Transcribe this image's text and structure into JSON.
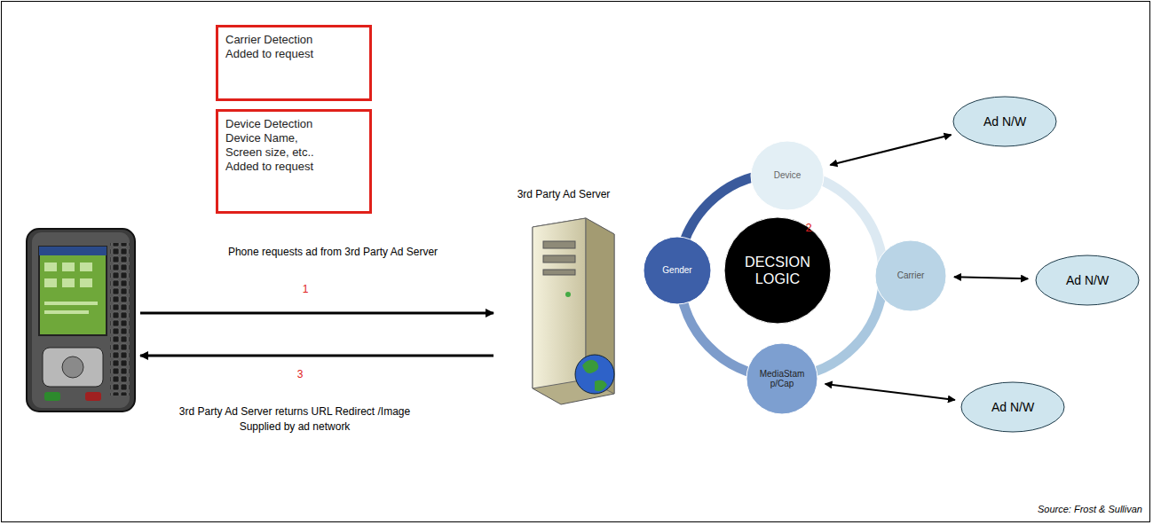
{
  "diagram": {
    "caption": "Source: Frost & Sullivan",
    "nodes": [
      {
        "text": [
          "Carrier Detection Added to request"
        ]
      },
      {
        "text": [
          "Device Detection Device Name, Screen size, etc.. Added to request"
        ]
      },
      {
        "text": [
          "3rd Party Ad Server"
        ]
      },
      {
        "text": [
          "Ad N/W"
        ]
      },
      {
        "text": [
          "Device"
        ]
      },
      {
        "text": [
          "Gender"
        ]
      },
      {
        "text": [
          "DECSION LOGIC"
        ]
      },
      {
        "text": [
          "Carrier"
        ]
      },
      {
        "text": [
          "Ad N/W"
        ]
      },
      {
        "text": [
          "MediaStam p/Cap"
        ]
      },
      {
        "text": [
          "Ad N/W"
        ]
      }
    ],
    "edges": [
      {
        "from": 4,
        "to": 3,
        "arrow": "both"
      },
      {
        "from": 7,
        "to": 8,
        "arrow": "both"
      },
      {
        "from": 9,
        "to": 10,
        "arrow": "both"
      }
    ],
    "labels": [
      "Phone requests ad from 3rd Party Ad Server",
      "1",
      "2",
      "3",
      "3rd Party Ad Server returns URL Redirect /Image Supplied by ad network"
    ]
  }
}
